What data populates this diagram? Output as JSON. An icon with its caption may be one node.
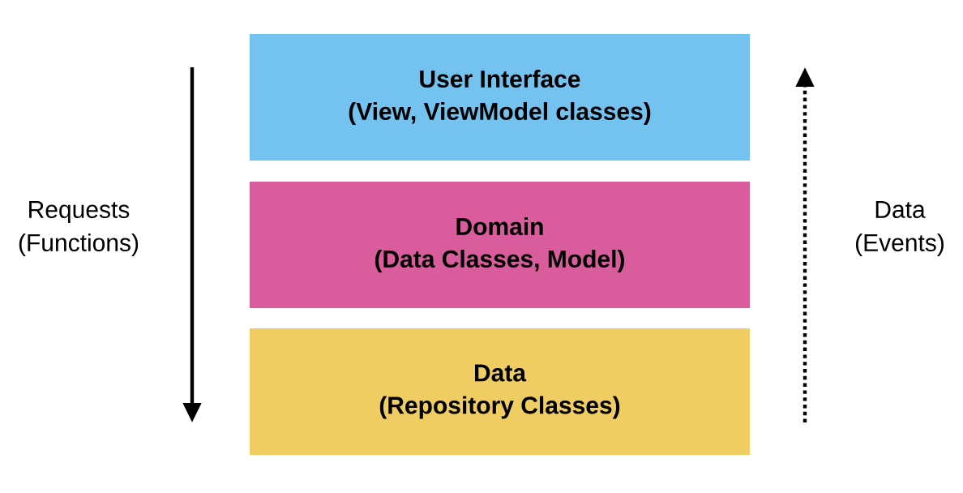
{
  "diagram": {
    "nodes": [
      {
        "text": [
          "User Interface",
          "(View, ViewModel classes)"
        ]
      },
      {
        "text": [
          "Domain",
          "(Data Classes, Model)"
        ]
      },
      {
        "text": [
          "Data",
          "(Repository Classes)"
        ]
      }
    ],
    "labels": [
      "Requests (Functions)",
      "Data (Events)"
    ]
  }
}
